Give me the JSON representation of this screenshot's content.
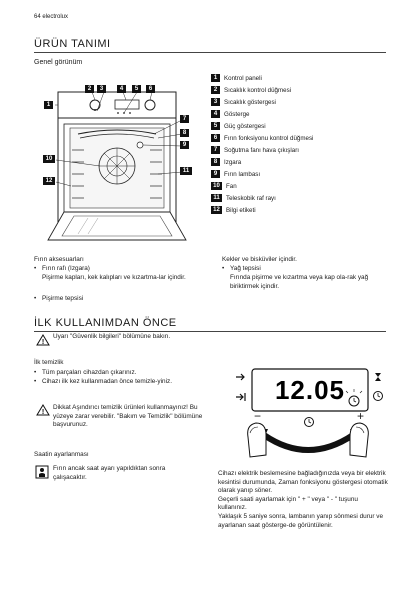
{
  "header": {
    "page_ref": "64 electrolux"
  },
  "section1": {
    "title": "ÜRÜN TANIMI",
    "subtitle": "Genel görünüm",
    "legend": [
      {
        "n": "1",
        "label": "Kontrol paneli"
      },
      {
        "n": "2",
        "label": "Sıcaklık kontrol düğmesi"
      },
      {
        "n": "3",
        "label": "Sıcaklık göstergesi"
      },
      {
        "n": "4",
        "label": "Gösterge"
      },
      {
        "n": "5",
        "label": "Güç göstergesi"
      },
      {
        "n": "6",
        "label": "Fırın fonksiyonu kontrol düğmesi"
      },
      {
        "n": "7",
        "label": "Soğutma fanı hava çıkışları"
      },
      {
        "n": "8",
        "label": "Izgara"
      },
      {
        "n": "9",
        "label": "Fırın lambası"
      },
      {
        "n": "10",
        "label": "Fan"
      },
      {
        "n": "11",
        "label": "Teleskobik raf rayı"
      },
      {
        "n": "12",
        "label": "Bilgi etiketi"
      }
    ],
    "callouts": [
      "1",
      "2",
      "3",
      "4",
      "5",
      "6",
      "7",
      "8",
      "9",
      "10",
      "11",
      "12"
    ]
  },
  "accessories": {
    "title": "Fırın aksesuarları",
    "item1_title": "Fırın rafı (Izgara)",
    "item1_desc": "Pişirme kapları, kek kalıpları ve kızartma-lar içindir.",
    "item2_title": "Pişirme tepsisi",
    "col2_cont": "Kekler ve bisküviler içindir.",
    "item3_title": "Yağ tepsisi",
    "item3_desc": "Fırında pişirme ve kızartma veya kap ola-rak yağ biriktirmek içindir."
  },
  "section2": {
    "title": "İLK KULLANIMDAN ÖNCE",
    "warning": "Uyarı \"Güvenlik bilgileri\" bölümüne bakın.",
    "cleaning_title": "İlk temizlik",
    "cleaning_b1": "Tüm parçaları cihazdan çıkarınız.",
    "cleaning_b2": "Cihazı ilk kez kullanmadan önce temizle-yiniz.",
    "caution": "Dikkat Aşındırıcı temizlik ürünleri kullanmayınız! Bu yüzeye zarar verebilir. \"Bakım ve Temizlik\" bölümüne başvurunuz.",
    "clock_title": "Saatin ayarlanması",
    "clock_note": "Fırın ancak saat ayarı yapıldıktan sonra çalışacaktır.",
    "display_time": "12.05",
    "right_text": "Cihazı elektrik beslemesine bağladığınızda veya bir elektrik kesintisi durumunda, Zaman fonksiyonu göstergesi otomatik olarak yanıp söner.\nGeçerli saati ayarlamak için \" + \" veya \" - \" tuşunu kullanınız.\nYaklaşık 5 saniye sonra, lambanın yanıp sönmesi durur ve ayarlanan saat gösterge-de görüntülenir.",
    "minus_label": "−",
    "plus_label": "+"
  }
}
